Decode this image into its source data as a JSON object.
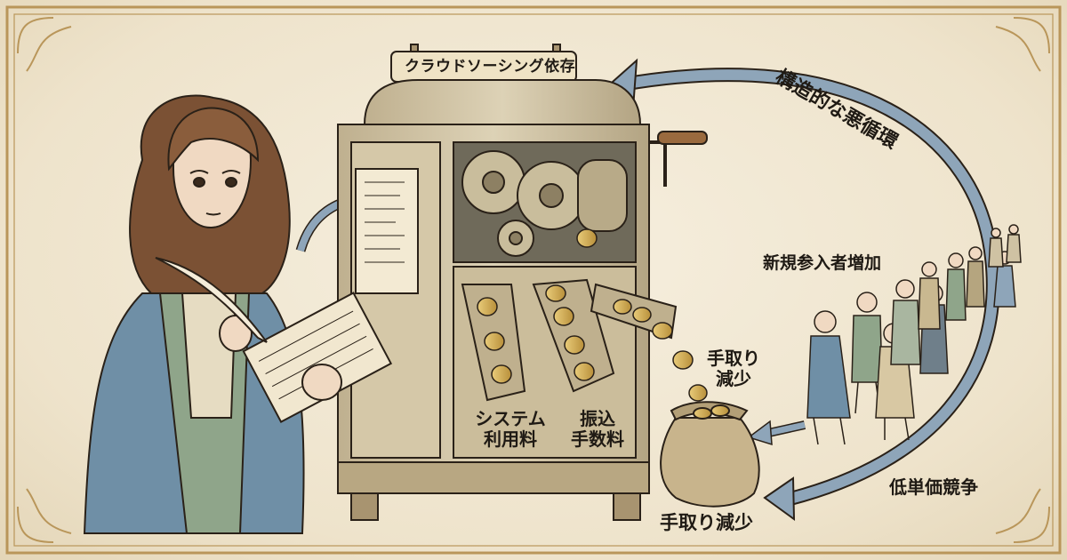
{
  "machine_sign": "クラウドソーシング依存",
  "cycle_label": "構造的な悪循環",
  "newcomers_label": "新規参入者増加",
  "coin_drop_label": "手取り\n減少",
  "bag_label": "手取り減少",
  "competition_label": "低単価競争",
  "slot_left_label": "システム\n利用料",
  "slot_right_label": "振込\n手数料",
  "colors": {
    "paper": "#efe6d2",
    "ink": "#2a2118",
    "arrow_blue": "#7f97ad",
    "machine_metal": "#cfc2a3",
    "coin_gold": "#d6b25a",
    "robe_blue": "#6f8fa6",
    "robe_green": "#8fa58a"
  }
}
